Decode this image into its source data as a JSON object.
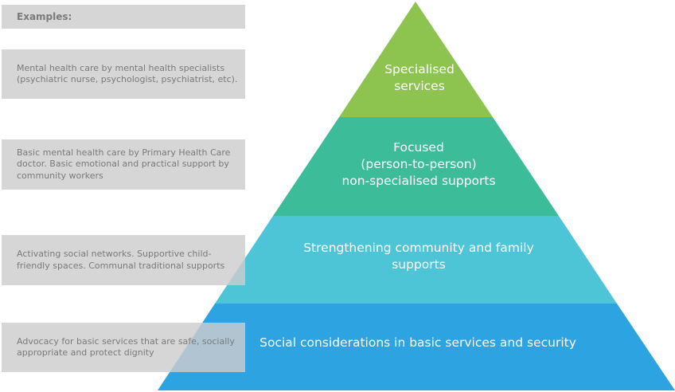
{
  "examples_label": "Examples:",
  "tiers": [
    {
      "label_lines": [
        "Specialised",
        "services"
      ],
      "color": "#8cc44f",
      "example": "Mental health care by mental health specialists (psychiatric nurse, psychologist, psychiatrist, etc)."
    },
    {
      "label_lines": [
        "Focused",
        "(person-to-person)",
        "non-specialised supports"
      ],
      "color": "#3dbc9a",
      "example": "Basic mental health care by Primary Health Care doctor. Basic emotional and practical support by community workers"
    },
    {
      "label_lines": [
        "Strengthening community and family",
        "supports"
      ],
      "color": "#4ec4d7",
      "example": "Activating social networks. Supportive child-friendly spaces. Communal traditional supports"
    },
    {
      "label_lines": [
        "Social considerations in basic services and security"
      ],
      "color": "#2da3e2",
      "example": "Advocacy for basic services that are safe, socially appropriate and protect dignity"
    }
  ]
}
